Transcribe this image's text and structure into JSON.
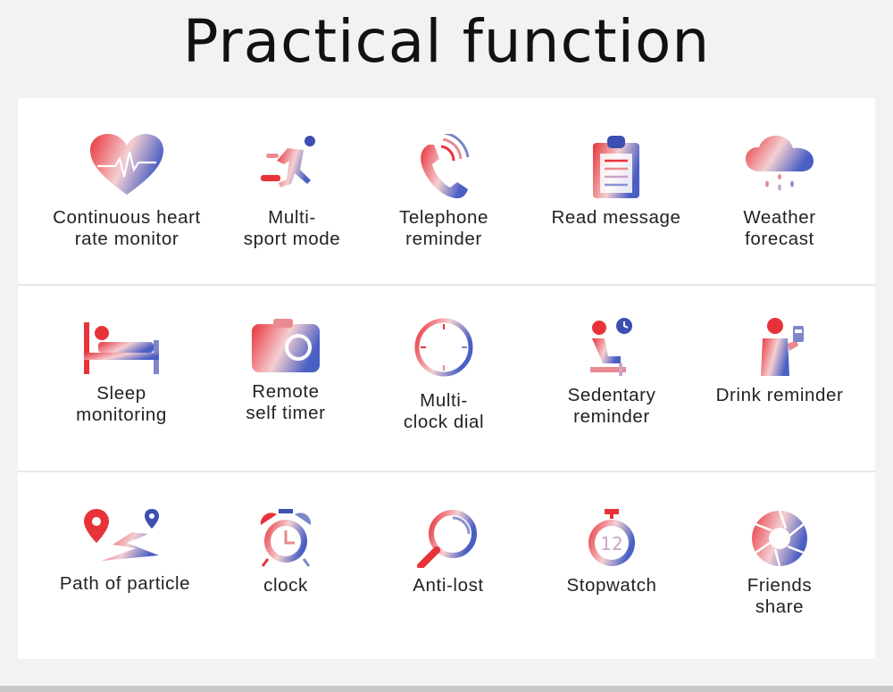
{
  "title": "Practical function",
  "features": [
    {
      "lines": [
        "Continuous heart",
        "rate monitor"
      ],
      "icon": "heart-rate-icon"
    },
    {
      "lines": [
        "Multi-",
        "sport mode"
      ],
      "icon": "running-icon"
    },
    {
      "lines": [
        "Telephone",
        "reminder"
      ],
      "icon": "phone-icon"
    },
    {
      "lines": [
        "Read message",
        ""
      ],
      "icon": "clipboard-icon"
    },
    {
      "lines": [
        "Weather",
        "forecast"
      ],
      "icon": "rain-cloud-icon"
    },
    {
      "lines": [
        "Sleep",
        "monitoring"
      ],
      "icon": "bed-icon"
    },
    {
      "lines": [
        "Remote",
        "self timer"
      ],
      "icon": "camera-icon"
    },
    {
      "lines": [
        "Multi-",
        "clock dial"
      ],
      "icon": "clock-dial-icon"
    },
    {
      "lines": [
        "Sedentary",
        "reminder"
      ],
      "icon": "sitting-person-icon"
    },
    {
      "lines": [
        "Drink  reminder",
        ""
      ],
      "icon": "drink-person-icon"
    },
    {
      "lines": [
        "Path  of particle",
        ""
      ],
      "icon": "map-pin-path-icon"
    },
    {
      "lines": [
        "clock",
        ""
      ],
      "icon": "alarm-clock-icon"
    },
    {
      "lines": [
        "Anti-lost",
        ""
      ],
      "icon": "magnifier-icon"
    },
    {
      "lines": [
        "Stopwatch",
        ""
      ],
      "icon": "stopwatch-icon"
    },
    {
      "lines": [
        "Friends",
        "share"
      ],
      "icon": "aperture-icon"
    }
  ],
  "icon_text": {
    "stopwatch_number": "12"
  },
  "colors": {
    "gradient_start": "#e8323a",
    "gradient_mid": "#f1c6c9",
    "gradient_end": "#4a5fc4"
  }
}
